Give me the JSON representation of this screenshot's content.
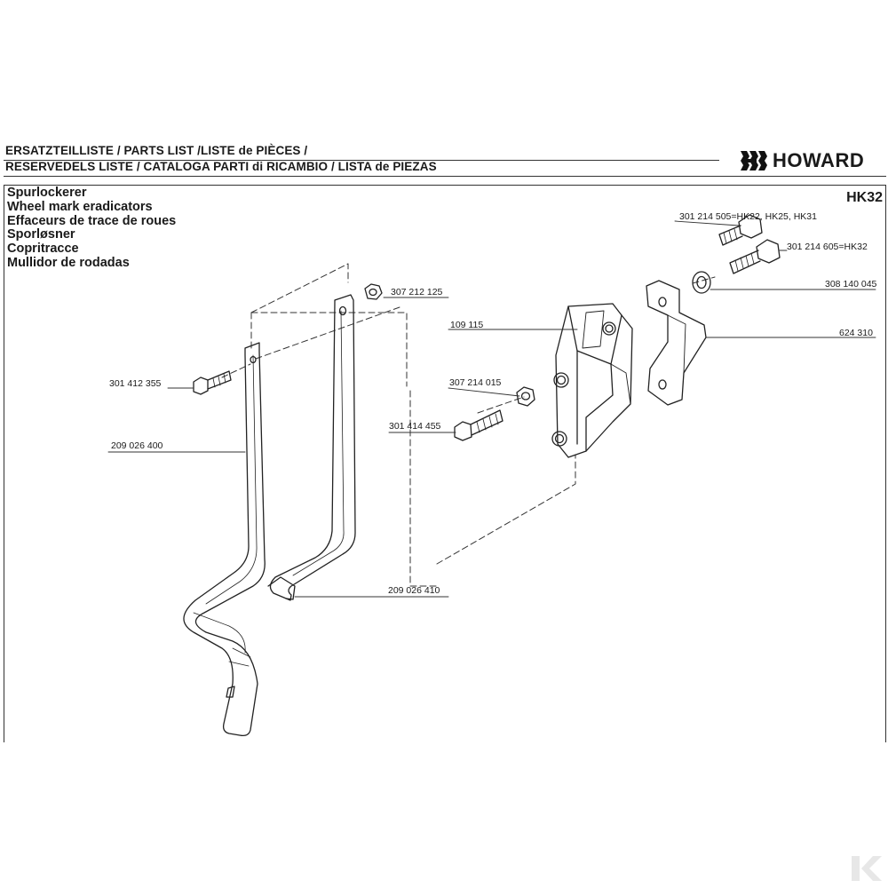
{
  "header": {
    "line1": "ERSATZTEILLISTE / PARTS LIST /LISTE de PIÈCES /",
    "line2": "RESERVEDELS LISTE / CATALOGA PARTI di RICAMBIO / LISTA de PIEZAS"
  },
  "brand": {
    "name": "HOWARD",
    "logo": "howard-logo"
  },
  "model": "HK32",
  "names": [
    "Spurlockerer",
    "Wheel mark eradicators",
    "Effaceurs de trace de roues",
    "Sporløsner",
    "Copritracce",
    "Mullidor de rodadas"
  ],
  "parts": {
    "p1": "301 214 505=HK22, HK25, HK31",
    "p2": "301 214 605=HK32",
    "p3": "308 140 045",
    "p4": "624 310",
    "p5": "109 115",
    "p6": "307 214 015",
    "p7": "301 414 455",
    "p8": "307 212 125",
    "p9": "301 412 355",
    "p10": "209 026 400",
    "p11": "209 026 410"
  },
  "watermark": {
    "icon": "k-watermark-icon"
  }
}
